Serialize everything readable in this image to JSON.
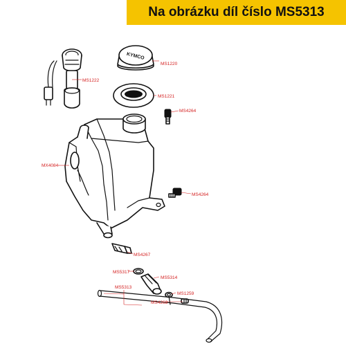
{
  "banner": {
    "text": "Na obrázku díl číslo MS5313",
    "color": "#f5c300"
  },
  "colors": {
    "label": "#d42020",
    "line": "#111111"
  },
  "cap_text": "KYMCO",
  "parts": [
    {
      "id": "MS1220",
      "label": "MS1220"
    },
    {
      "id": "MS1222",
      "label": "MS1222"
    },
    {
      "id": "MS1221",
      "label": "MS1221"
    },
    {
      "id": "MS4264a",
      "label": "MS4264"
    },
    {
      "id": "MX4084",
      "label": "MX4084"
    },
    {
      "id": "MS4264b",
      "label": "MS4264"
    },
    {
      "id": "MS4267",
      "label": "MS4267"
    },
    {
      "id": "MS5317",
      "label": "MS5317"
    },
    {
      "id": "MS5314",
      "label": "MS5314"
    },
    {
      "id": "MS5313",
      "label": "MS5313"
    },
    {
      "id": "MS1259",
      "label": "MS1259"
    },
    {
      "id": "MS4268",
      "label": "MS4268"
    }
  ]
}
